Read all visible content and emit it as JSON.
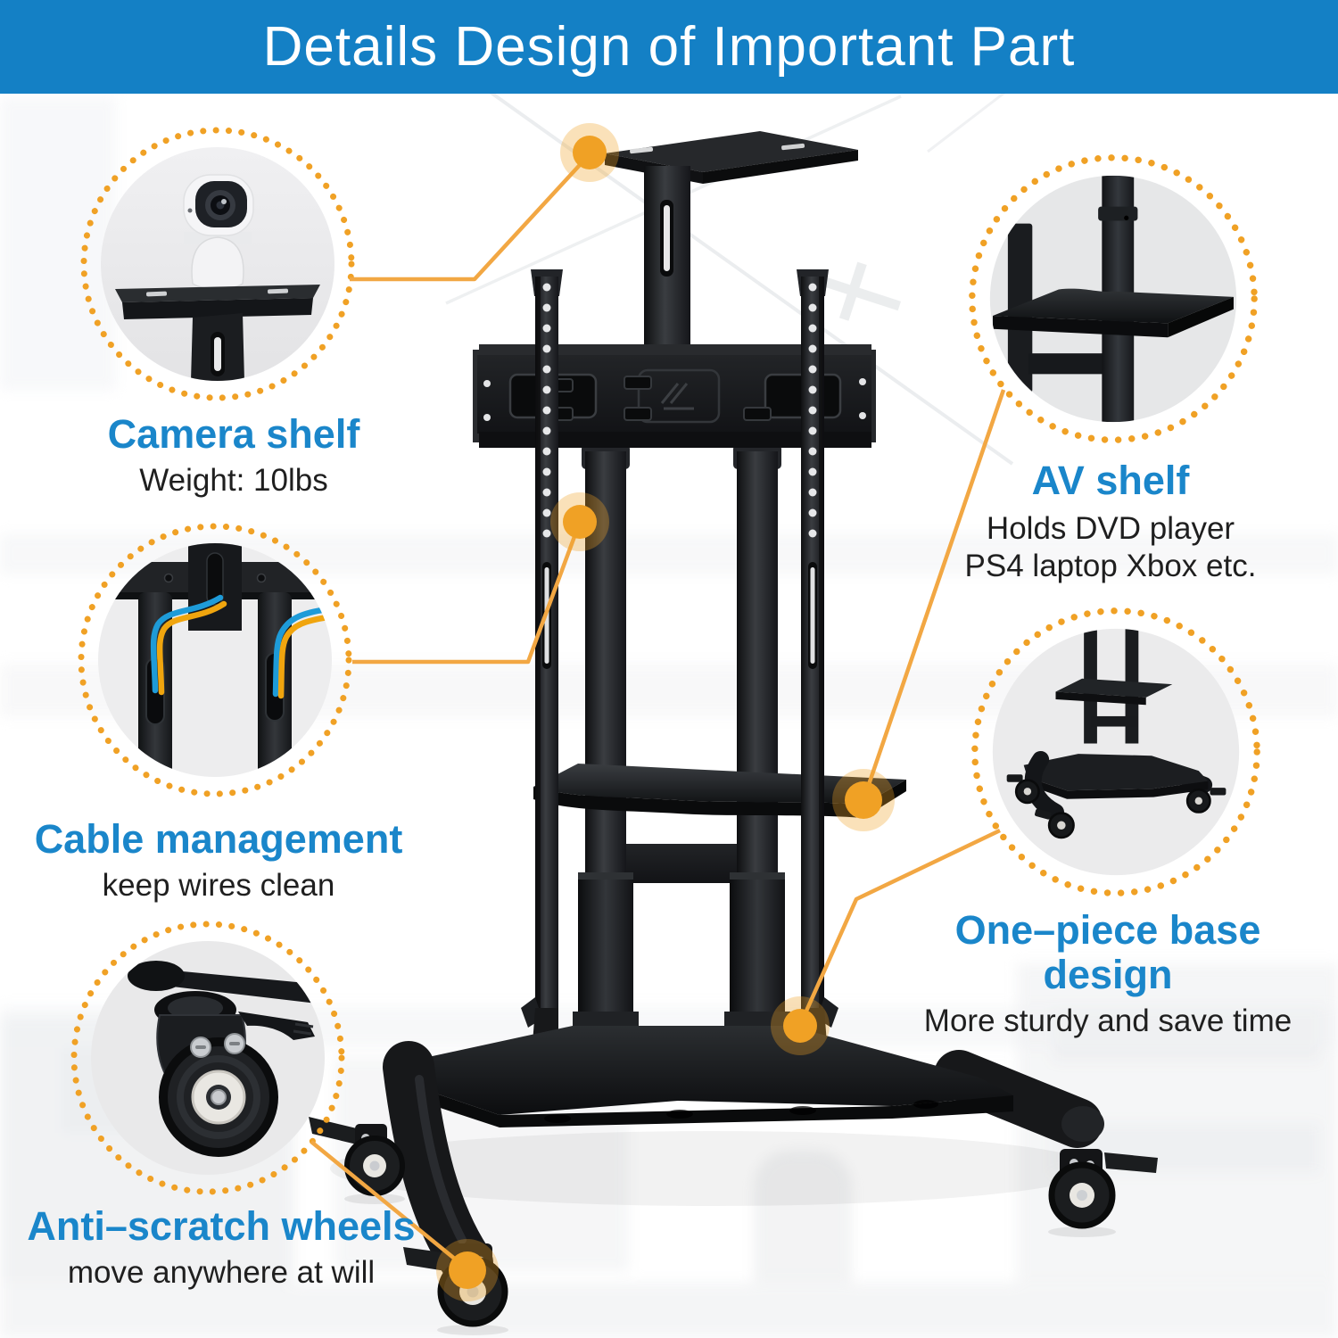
{
  "header": {
    "title": "Details Design of Important Part"
  },
  "theme": {
    "header_bg": "#1480C5",
    "label_blue": "#1A86CA",
    "body_text": "#1F1F1F",
    "accent_orange": "#F0A125",
    "connector_orange": "#F2A743",
    "circle_bg": "#EAEAEC"
  },
  "callouts": [
    {
      "id": "camera-shelf",
      "title": "Camera shelf",
      "subtitle": "Weight: 10lbs",
      "image": "security-camera-on-top-shelf"
    },
    {
      "id": "cable-management",
      "title": "Cable management",
      "subtitle": "keep wires clean",
      "image": "blue-yellow-cables-in-poles"
    },
    {
      "id": "anti-scratch-wheels",
      "title": "Anti–scratch wheels",
      "subtitle": "move anywhere at will",
      "image": "locking-caster-wheel-closeup"
    },
    {
      "id": "av-shelf",
      "title": "AV shelf",
      "subtitle_line1": "Holds DVD player",
      "subtitle_line2": "PS4 laptop Xbox etc.",
      "image": "av-shelf-closeup"
    },
    {
      "id": "one-piece-base",
      "title": "One–piece base design",
      "subtitle": "More sturdy and save time",
      "image": "one-piece-base-with-casters"
    }
  ]
}
